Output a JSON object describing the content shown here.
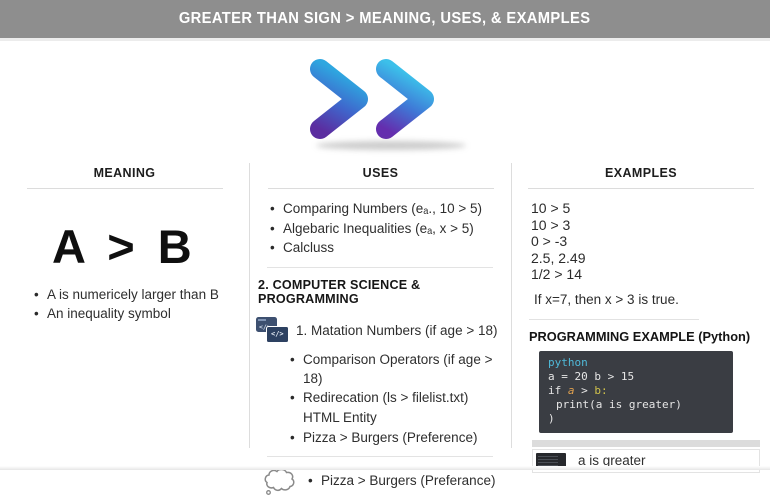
{
  "header": {
    "title": "GREATER THAN SIGN > MEANING, USES, & EXAMPLES",
    "bg": "#8e8e8e"
  },
  "hero": {
    "icon": "double-chevron-greater-than",
    "gradient_top": "#35b7e6",
    "gradient_mid": "#3f6fd0",
    "gradient_bottom": "#5c2ba0"
  },
  "meaning": {
    "title": "MEANING",
    "expression": "A > B",
    "bullets": [
      "A is numericely larger than B",
      "An inequality symbol"
    ]
  },
  "uses": {
    "title": "USES",
    "bullets": [
      "Comparing Numbers (eₐ., 10 > 5)",
      "Algebaric Inequalities (eₐ, x > 5)",
      "Calcluss"
    ],
    "section2_title": "2. COMPUTER SCIENCE & PROGRAMMING",
    "numbered_item": "1. Matation Numbers (if age > 18)",
    "sub_bullets": [
      "Comparison Operators (if age > 18)",
      "Redirecation (ls > filelist.txt)"
    ],
    "plain_item": "HTML Entity",
    "preference_bullet": "Pizza > Burgers (Preference)",
    "thought_bullet": "Pizza > Burgers (Preferance)"
  },
  "examples": {
    "title": "EXAMPLES",
    "items": [
      "10 > 5",
      "10 > 3",
      "0 > -3",
      "2.5, 2.49",
      "1/2 > 14"
    ],
    "note": "If x=7, then x > 3 is true."
  },
  "programming": {
    "title": "PROGRAMMING EXAMPLE (Python)",
    "code": {
      "lang": "python",
      "line1": "a = 20 b > 15",
      "line2_if": "if ",
      "line2_a": "a",
      "line2_op": " > ",
      "line2_b": "b:",
      "line3": "print(a is greater)",
      "line4": ")"
    },
    "colors": {
      "lang": "#4fb9d8",
      "var_a": "#dfa04f",
      "var_b": "#cfc14b",
      "code_bg": "#3a3d43"
    },
    "output": "a is greater"
  }
}
